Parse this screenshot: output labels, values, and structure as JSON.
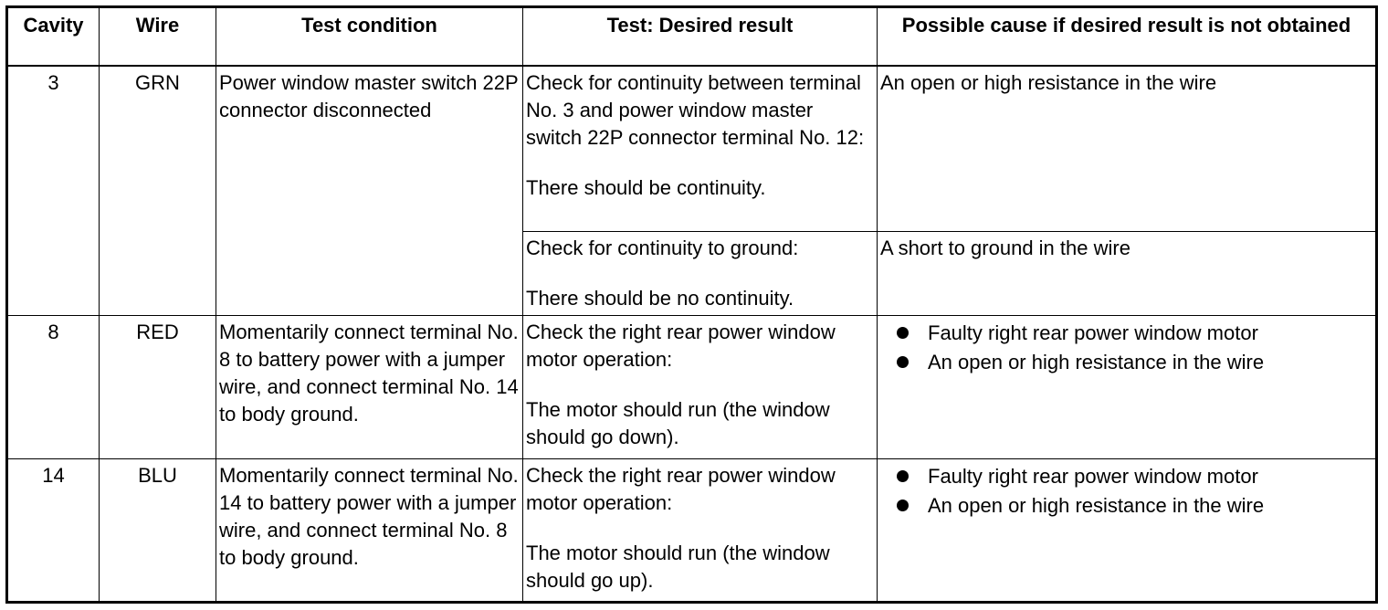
{
  "headers": {
    "cavity": "Cavity",
    "wire": "Wire",
    "test_condition": "Test condition",
    "desired_result": "Test: Desired result",
    "possible_cause": "Possible cause if desired result is not obtained"
  },
  "rows": [
    {
      "cavity": "3",
      "wire": "GRN",
      "condition": "Power window master switch 22P connector disconnected",
      "tests": [
        {
          "instruction": "Check for continuity between terminal No. 3 and power window master switch 22P connector terminal No. 12:",
          "result": "There should be continuity.",
          "cause": "An open or high resistance in the wire"
        },
        {
          "instruction": "Check for continuity to ground:",
          "result": "There should be no continuity.",
          "cause": "A short to ground in the wire"
        }
      ]
    },
    {
      "cavity": "8",
      "wire": "RED",
      "condition": "Momentarily connect terminal No. 8 to battery power with a jumper wire, and connect terminal No. 14   to body ground.",
      "instruction": "Check the right rear power window motor operation:",
      "result": "The motor should run (the window should go down).",
      "causes": [
        "Faulty right rear power window motor",
        "An open or high resistance in the wire"
      ]
    },
    {
      "cavity": "14",
      "wire": "BLU",
      "condition": "Momentarily connect terminal No. 14 to battery power with a jumper wire, and connect terminal No. 8 to body ground.",
      "instruction": "Check the right rear power window motor operation:",
      "result": "The motor should run (the window should go up).",
      "causes": [
        "Faulty right rear power window motor",
        "An open or high resistance in the wire"
      ]
    }
  ]
}
